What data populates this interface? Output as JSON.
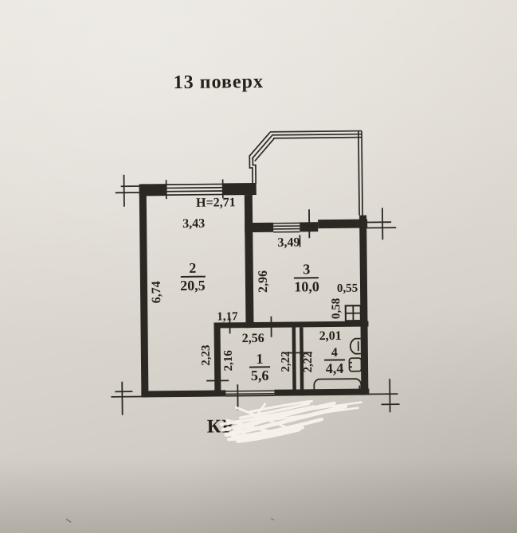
{
  "floor_title": "13 поверх",
  "ceiling_height": "Н=2,71",
  "rooms": [
    {
      "number": "1",
      "area": "5,6",
      "width": "2,56",
      "depth_left": "2,16",
      "depth_right": "2,22"
    },
    {
      "number": "2",
      "area": "20,5",
      "width": "3,43",
      "depth": "6,74",
      "lower_depth": "2,23",
      "niche_width": "1,17"
    },
    {
      "number": "3",
      "area": "10,0",
      "width": "3,49",
      "depth": "2,96"
    },
    {
      "number": "4",
      "area": "4,4",
      "width": "2,01",
      "depth_left": "2,22"
    }
  ],
  "shaft": {
    "width": "0,55",
    "depth": "0,58"
  },
  "footer": {
    "visible_text": "КВ"
  },
  "colors": {
    "ink": "#2b2823",
    "paper_light": "#e7e3dc",
    "paper_dark": "#c6c1b9",
    "whiteout": "#f8f4ec"
  }
}
